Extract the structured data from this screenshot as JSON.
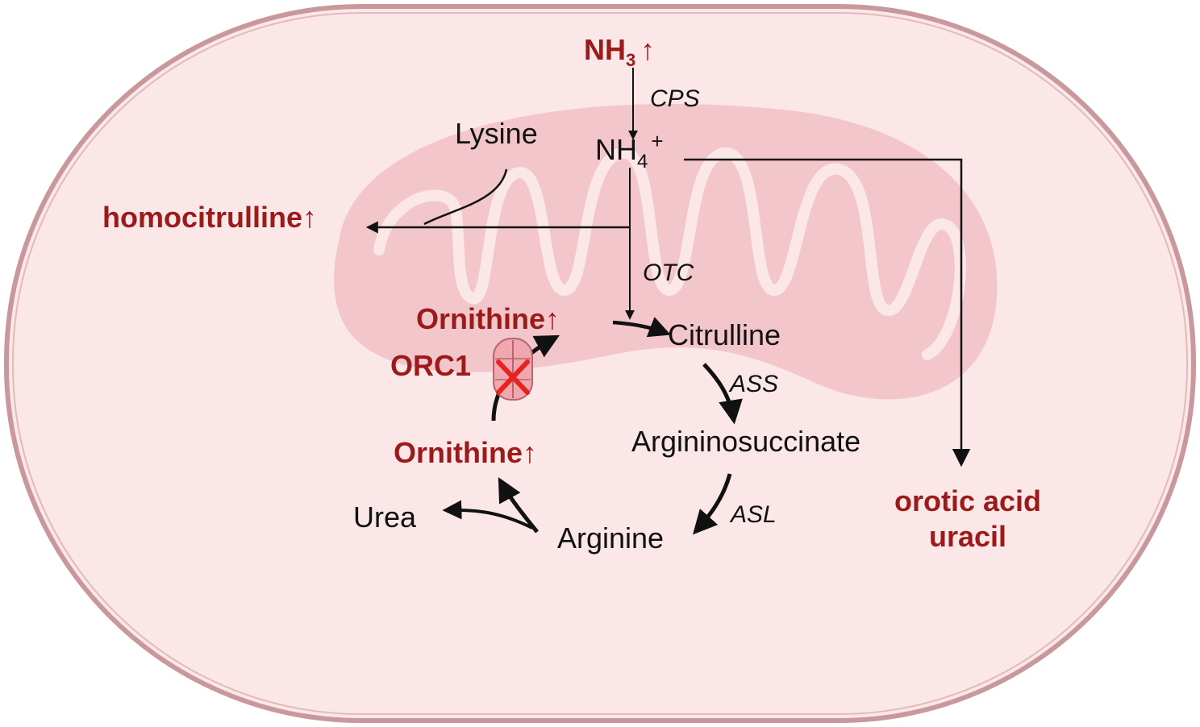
{
  "colors": {
    "cell_fill": "#fbe7e8",
    "cell_border": "#c9989d",
    "mito_fill": "#f3c6cc",
    "highlight_text": "#9b1b1b",
    "normal_text": "#111111",
    "block_mark": "#e8231f"
  },
  "metabolites": {
    "nh3": "NH",
    "nh3_sub": "3",
    "nh3_arrow": "↑",
    "nh4": "NH",
    "nh4_sub": "4",
    "nh4_sup": "+",
    "lysine": "Lysine",
    "homocitrulline": "homocitrulline",
    "homocitrulline_arrow": "↑",
    "ornithine_mito": "Ornithine",
    "ornithine_mito_arrow": "↑",
    "ornithine_cyto": "Ornithine",
    "ornithine_cyto_arrow": "↑",
    "citrulline": "Citrulline",
    "argininosuccinate": "Argininosuccinate",
    "arginine": "Arginine",
    "urea": "Urea",
    "orotic_acid": "orotic acid",
    "uracil": "uracil"
  },
  "enzymes": {
    "cps": "CPS",
    "otc": "OTC",
    "ass": "ASS",
    "asl": "ASL"
  },
  "transporter": {
    "label": "ORC1",
    "status": "blocked",
    "icon": "cross-mark-icon"
  }
}
